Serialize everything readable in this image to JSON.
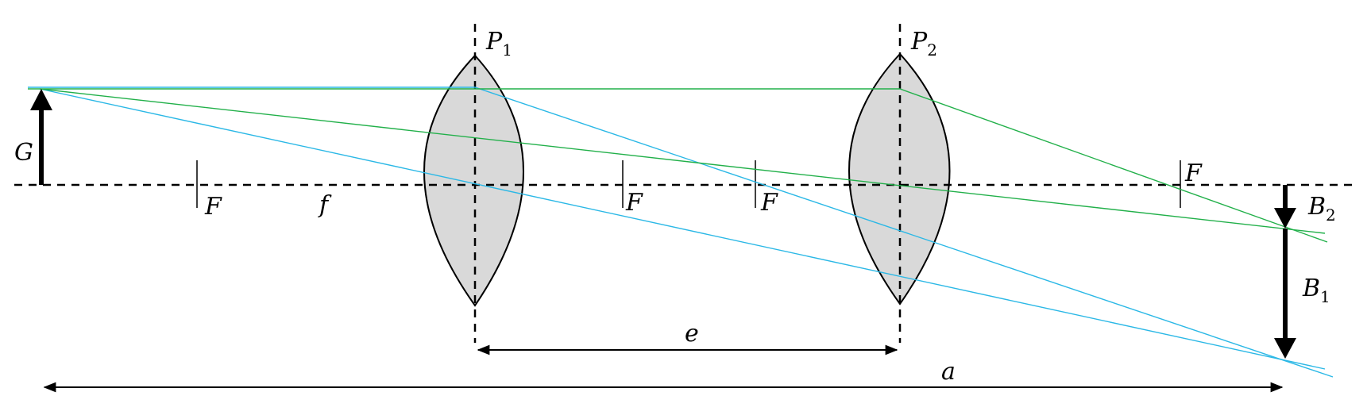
{
  "labels": {
    "object": "G",
    "focal_length": "f",
    "focal_point": "F",
    "lens1_base": "P",
    "lens1_sub": "1",
    "lens2_base": "P",
    "lens2_sub": "2",
    "separation": "e",
    "total_distance": "a",
    "image1_base": "B",
    "image1_sub": "1",
    "image2_base": "B",
    "image2_sub": "2"
  },
  "colors": {
    "ray_cyan": "#2bb8e6",
    "ray_green": "#22b04a",
    "lens_fill": "#d9d9d9",
    "line": "#000000"
  }
}
